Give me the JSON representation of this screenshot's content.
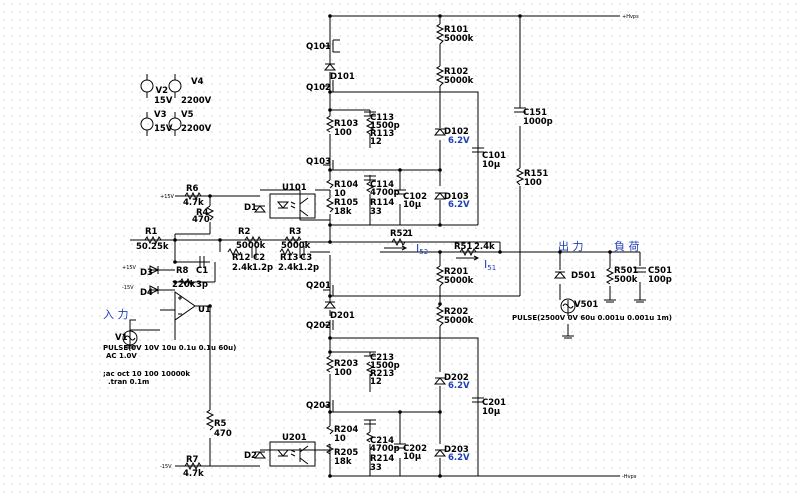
{
  "rails": {
    "pos": "+Hvps",
    "neg": "-Hvps"
  },
  "labels": {
    "in": "入 力",
    "out": "出 力",
    "load": "負 荷",
    "i52": "I",
    "i52_sub": "52",
    "i51": "I",
    "i51_sub": "51",
    "plus15": "+15V",
    "minus15": "-15V",
    "plus15b": "+15V",
    "minus15b": "-15V"
  },
  "supplies": {
    "v2": {
      "ref": "V2",
      "value": "15V"
    },
    "v3": {
      "ref": "V3",
      "value": "15V"
    },
    "v4": {
      "ref": "V4",
      "value": "2200V"
    },
    "v5": {
      "ref": "V5",
      "value": "2200V"
    }
  },
  "parts": {
    "q101": "Q101",
    "q102": "Q102",
    "q103": "Q103",
    "q201": "Q201",
    "q202": "Q202",
    "q203": "Q203",
    "d101": "D101",
    "d201": "D201",
    "r101": "R101",
    "r101v": "5000k",
    "r102": "R102",
    "r102v": "5000k",
    "r103": "R103",
    "r103v": "100",
    "r113": "R113",
    "r113v": "12",
    "c113": "C113",
    "c113v": "1500p",
    "d102": "D102",
    "d102v": "6.2V",
    "c101": "C101",
    "c101v": "10µ",
    "c151": "C151",
    "c151v": "1000p",
    "r151": "R151",
    "r151v": "100",
    "r104": "R104",
    "r104v": "10",
    "c114": "C114",
    "c114v": "4700p",
    "c102": "C102",
    "c102v": "10µ",
    "r105": "R105",
    "r105v": "18k",
    "r114": "R114",
    "r114v": "33",
    "d103": "D103",
    "d103v": "6.2V",
    "u101": "U101",
    "u201": "U201",
    "d1": "D1",
    "d2": "D2",
    "r6": "R6",
    "r6v": "4.7k",
    "r4": "R4",
    "r4v": "470",
    "r1": "R1",
    "r1v": "50.25k",
    "r2": "R2",
    "r2v": "5000k",
    "r3": "R3",
    "r3v": "5000k",
    "r12": "R12",
    "r12v": "2.4k",
    "c2": "C2",
    "c2v": "1.2p",
    "r13": "R13",
    "r13v": "2.4k",
    "c3": "C3",
    "c3v": "1.2p",
    "r52": "R52",
    "r52v": "1",
    "r51": "R51",
    "r51v": "2.4k",
    "d3": "D3",
    "d4": "D4",
    "r8": "R8",
    "r8v": "220k",
    "c1": "C1",
    "c1v": "3p",
    "u1": "U1",
    "r201": "R201",
    "r201v": "5000k",
    "r202": "R202",
    "r202v": "5000k",
    "r203": "R203",
    "r203v": "100",
    "r213": "R213",
    "r213v": "12",
    "c213": "C213",
    "c213v": "1500p",
    "d202": "D202",
    "d202v": "6.2V",
    "c201": "C201",
    "c201v": "10µ",
    "r204": "R204",
    "r204v": "10",
    "c214": "C214",
    "c214v": "4700p",
    "c202": "C202",
    "c202v": "10µ",
    "r205": "R205",
    "r205v": "18k",
    "r214": "R214",
    "r214v": "33",
    "d203": "D203",
    "d203v": "6.2V",
    "r5": "R5",
    "r5v": "470",
    "r7": "R7",
    "r7v": "4.7k",
    "d501": "D501",
    "r501": "R501",
    "r501v": "500k",
    "c501": "C501",
    "c501v": "100p",
    "v501": "V501",
    "v501v": "PULSE(2500V 0V 60u 0.001u 0.001u 1m)",
    "v1": "V1",
    "v1v": "PULSE(0V 10V 10u 0.1u 0.1u 60u)",
    "v1ac": "AC 1.0V"
  },
  "directives": {
    "ac": ";ac oct 10 100 10000k",
    "tran": ".tran 0.1m"
  }
}
